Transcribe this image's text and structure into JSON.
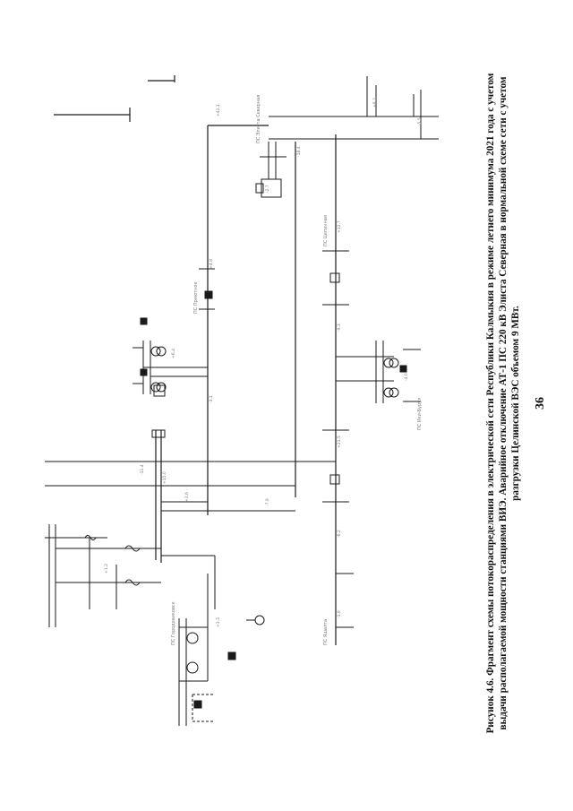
{
  "figure": {
    "caption_lines": [
      "Рисунок 4.6. Фрагмент схемы потокораспределения в электрической сети Республики Калмыкия в режиме летнего минимума 2021 года с учетом",
      "выдачи располагаемой мощности станциями ВИЭ. Аварийное отключение АТ-1 ПС 220 кВ Элиста Северная в нормальной схеме сети с учетом",
      "разгрузки Целинской ВЭС объемом 9 МВт."
    ],
    "page_number": "36"
  },
  "diagram": {
    "line_color": "#1a1a1a",
    "label_color": "#7a7a7a",
    "substations": [
      {
        "id": "ps-a",
        "name": "ПС Элиста Северная"
      },
      {
        "id": "ps-b",
        "name": "ПС Целинная"
      },
      {
        "id": "ps-c",
        "name": "ПС Приютное"
      },
      {
        "id": "ps-d",
        "name": "ПС Ики-Бурул"
      },
      {
        "id": "ps-e",
        "name": "ПС Городовиковск"
      },
      {
        "id": "ps-f",
        "name": "ПС Яшалта"
      }
    ]
  }
}
